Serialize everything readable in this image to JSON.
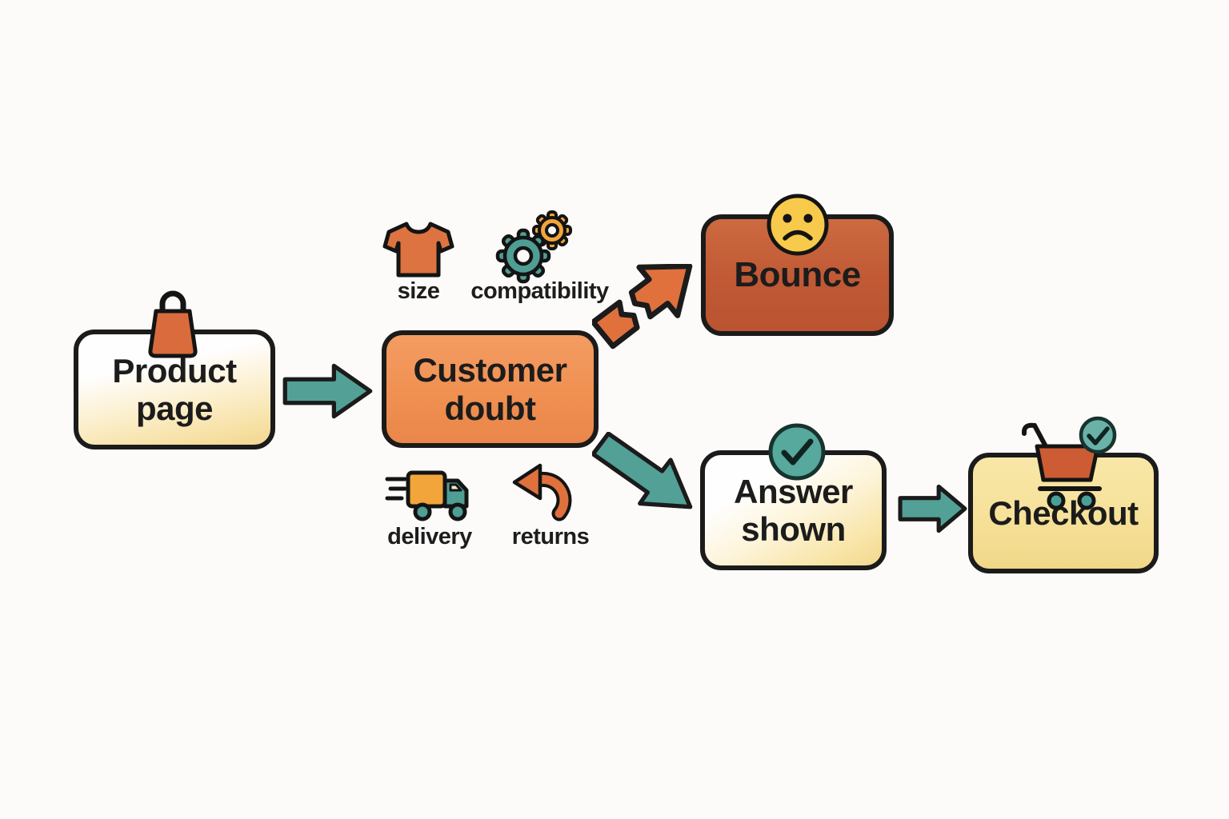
{
  "diagram": {
    "description": "Customer doubt flow from product page to bounce or checkout",
    "nodes": {
      "product_page": {
        "label": "Product page"
      },
      "customer_doubt": {
        "label": "Customer doubt"
      },
      "bounce": {
        "label": "Bounce"
      },
      "answer_shown": {
        "label": "Answer shown"
      },
      "checkout": {
        "label": "Checkout"
      }
    },
    "doubt_factors": {
      "size": "size",
      "compatibility": "compatibility",
      "delivery": "delivery",
      "returns": "returns"
    },
    "edges": [
      {
        "from": "product_page",
        "to": "customer_doubt",
        "style": "teal-solid-arrow"
      },
      {
        "from": "customer_doubt",
        "to": "bounce",
        "style": "orange-broken-arrow"
      },
      {
        "from": "customer_doubt",
        "to": "answer_shown",
        "style": "teal-solid-arrow"
      },
      {
        "from": "answer_shown",
        "to": "checkout",
        "style": "teal-solid-arrow"
      }
    ],
    "colors": {
      "teal": "#52a096",
      "orange_node": "#ef8f50",
      "dark_orange_node": "#c05934",
      "arrow_orange": "#e0713d",
      "yellow_node": "#f6e199",
      "face_yellow": "#f7ca4c",
      "outline": "#1b1b1b",
      "background": "#fcfbf9"
    }
  }
}
